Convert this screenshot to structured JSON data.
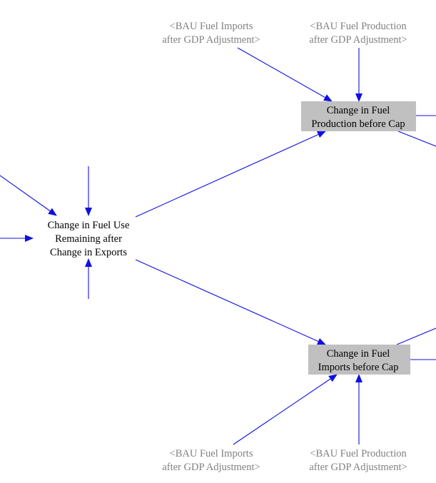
{
  "diagram": {
    "colors": {
      "arrow": "#1010e0",
      "box_fill": "#c0c0c0",
      "node_text": "#000000",
      "shadow_text": "#808080",
      "background": "#ffffff"
    },
    "nodes": {
      "fuel_use_remaining": {
        "line1": "Change in Fuel Use",
        "line2": "Remaining after",
        "line3": "Change in Exports"
      },
      "production_before_cap": {
        "line1": "Change in Fuel",
        "line2": "Production before Cap"
      },
      "imports_before_cap": {
        "line1": "Change in Fuel",
        "line2": "Imports before Cap"
      }
    },
    "shadow_vars": {
      "top_bau_imports": {
        "line1": "<BAU Fuel Imports",
        "line2": "after GDP Adjustment>"
      },
      "top_bau_production": {
        "line1": "<BAU Fuel Production",
        "line2": "after GDP Adjustment>"
      },
      "bottom_bau_imports": {
        "line1": "<BAU Fuel Imports",
        "line2": "after GDP Adjustment>"
      },
      "bottom_bau_production": {
        "line1": "<BAU Fuel Production",
        "line2": "after GDP Adjustment>"
      }
    }
  }
}
